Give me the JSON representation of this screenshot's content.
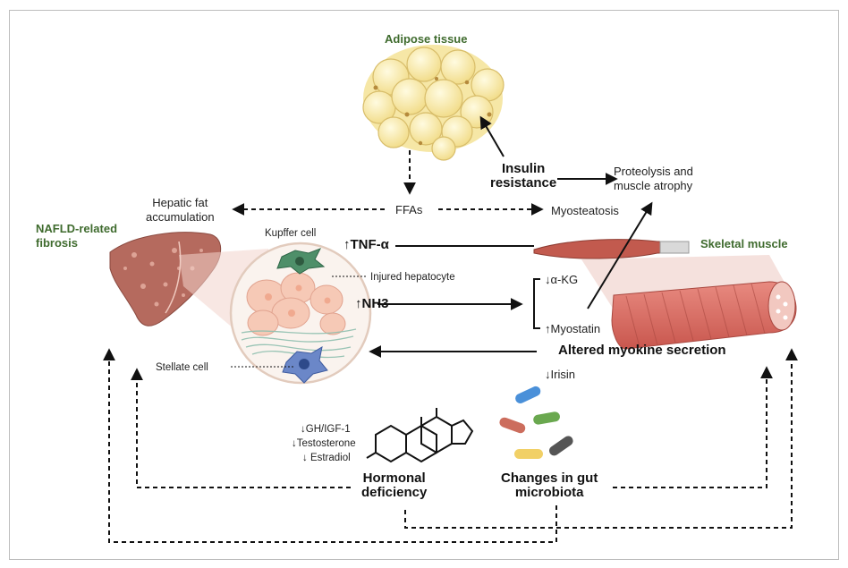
{
  "labels": {
    "adipose_tissue": "Adipose tissue",
    "insulin_resistance": "Insulin\nresistance",
    "proteolysis": "Proteolysis and\nmuscle atrophy",
    "hepatic_fat": "Hepatic fat\naccumulation",
    "ffas": "FFAs",
    "myosteatosis": "Myosteatosis",
    "nafld_fibrosis": "NAFLD-related\nfibrosis",
    "kupffer_cell": "Kupffer cell",
    "tnf_alpha": "↑TNF-α",
    "skeletal_muscle": "Skeletal muscle",
    "injured_hepatocyte": "Injured hepatocyte",
    "alpha_kg": "↓α-KG",
    "nh3": "↑NH3",
    "myostatin": "↑Myostatin",
    "altered_myokine": "Altered myokine secretion",
    "irisin": "↓Irisin",
    "stellate_cell": "Stellate cell",
    "gh_igf1": "↓GH/IGF-1",
    "testosterone": "↓Testosterone",
    "estradiol": "↓ Estradiol",
    "hormonal_deficiency": "Hormonal\ndeficiency",
    "gut_microbiota": "Changes in gut\nmicrobiota"
  },
  "colors": {
    "green_label": "#3f6b2e",
    "adipocyte_fill": "#f8ecae",
    "liver_fill": "#b56a5e",
    "muscle_fill": "#d7675e"
  }
}
